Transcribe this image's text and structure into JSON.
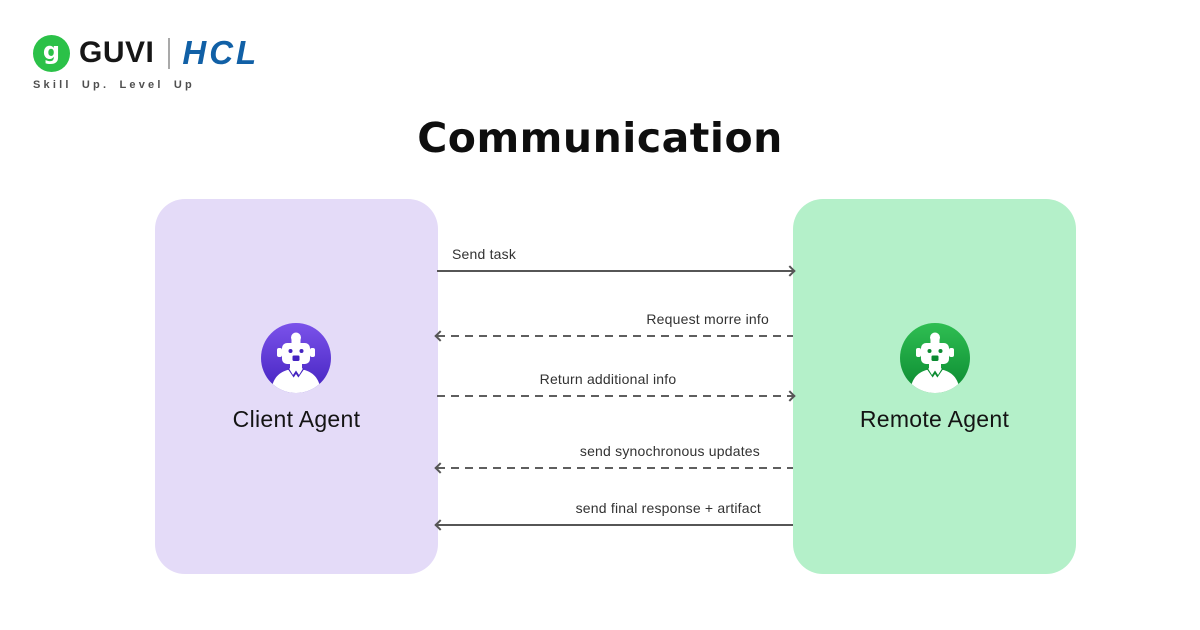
{
  "brand": {
    "guvi_monogram": "g",
    "guvi_name": "GUVI",
    "partner_name": "HCL",
    "tagline": "Skill Up. Level Up",
    "colors": {
      "guvi_green": "#2bc148",
      "hcl_blue": "#1160a6"
    }
  },
  "title": "Communication",
  "diagram": {
    "actors": [
      {
        "name": "Client Agent",
        "box_color": "#e4dbf8",
        "avatar_gradient": [
          "#7b52ea",
          "#4423c0"
        ]
      },
      {
        "name": "Remote Agent",
        "box_color": "#b4f0c9",
        "avatar_gradient": [
          "#2fbe52",
          "#0b8a31"
        ]
      }
    ],
    "line_color": "#565656",
    "messages": [
      {
        "label": "Send task",
        "from": "Client Agent",
        "to": "Remote Agent",
        "style": "solid"
      },
      {
        "label": "Request morre info",
        "from": "Remote Agent",
        "to": "Client Agent",
        "style": "dashed"
      },
      {
        "label": "Return additional info",
        "from": "Client Agent",
        "to": "Remote Agent",
        "style": "dashed"
      },
      {
        "label": "send synochronous updates",
        "from": "Remote Agent",
        "to": "Client Agent",
        "style": "dashed"
      },
      {
        "label": "send final response + artifact",
        "from": "Remote Agent",
        "to": "Client Agent",
        "style": "solid"
      }
    ]
  }
}
